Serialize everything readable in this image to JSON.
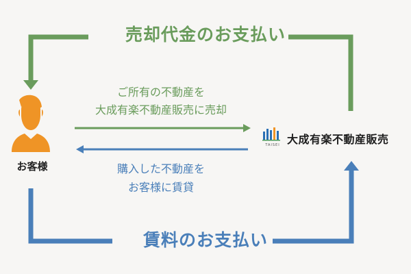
{
  "colors": {
    "green": "#6a9c5c",
    "blue": "#4a7fb9",
    "orange": "#ef9426",
    "background": "#f7f6f4",
    "text_dark": "#222222"
  },
  "top_loop": {
    "title": "売却代金のお支払い"
  },
  "bottom_loop": {
    "title": "賃料のお支払い"
  },
  "sale_arrow": {
    "text": [
      "ご所有の不動産を",
      "大成有楽不動産販売に売却"
    ]
  },
  "lease_arrow": {
    "text": [
      "購入した不動産を",
      "お客様に賃貸"
    ]
  },
  "customer": {
    "label": "お客様",
    "icon": "person-icon"
  },
  "company": {
    "name": "大成有楽不動産販売",
    "logo_text": "TAISEI",
    "icon": "taisei-logo-icon"
  }
}
